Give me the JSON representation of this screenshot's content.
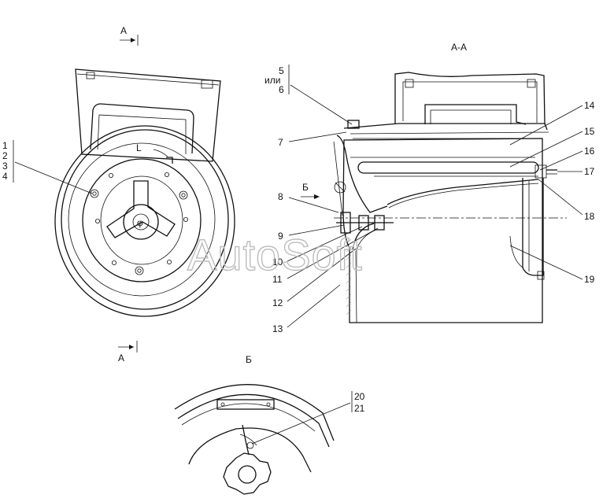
{
  "section_labels": {
    "view_top_a": "А",
    "view_bottom_a": "А",
    "section_aa": "А-А",
    "view_b_arrow": "Б",
    "view_b_title": "Б"
  },
  "callouts": {
    "c5": "5",
    "or": "или",
    "c6": "6",
    "c1": "1",
    "c2": "2",
    "c3": "3",
    "c4": "4",
    "c7": "7",
    "c8": "8",
    "c9": "9",
    "c10": "10",
    "c11": "11",
    "c12": "12",
    "c13": "13",
    "c14": "14",
    "c15": "15",
    "c16": "16",
    "c17": "17",
    "c18": "18",
    "c19": "19",
    "c20": "20",
    "c21": "21"
  },
  "dial_marks": {
    "left_mark": "L"
  },
  "watermark": "AutoSoft"
}
